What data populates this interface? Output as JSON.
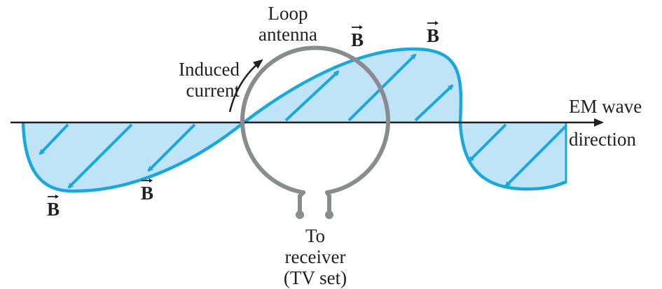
{
  "labels": {
    "loop_line1": "Loop",
    "loop_line2": "antenna",
    "induced_line1": "Induced",
    "induced_line2": "current",
    "em_line1": "EM wave",
    "em_line2": "direction",
    "receiver_line1": "To",
    "receiver_line2": "receiver",
    "receiver_line3": "(TV set)",
    "b_field": "B"
  },
  "colors": {
    "wave_stroke": "#1aa7de",
    "wave_fill": "#bfe4f7",
    "antenna": "#8a8b8d",
    "axis": "#231f20",
    "text": "#231f20"
  }
}
